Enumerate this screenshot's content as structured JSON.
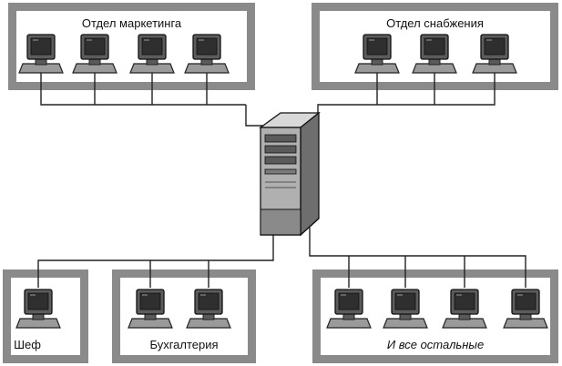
{
  "departments": {
    "marketing": {
      "label": "Отдел маркетинга",
      "workstations": 4
    },
    "supply": {
      "label": "Отдел снабжения",
      "workstations": 3
    },
    "chief": {
      "label": "Шеф",
      "workstations": 1
    },
    "accounting": {
      "label": "Бухгалтерия",
      "workstations": 2
    },
    "others": {
      "label": "И все остальные",
      "workstations": 4
    }
  },
  "icons": {
    "server": "server-tower-icon",
    "workstation": "computer-monitor-icon"
  },
  "colors": {
    "frame": "#8a8a8a",
    "line": "#222222",
    "server_body": "#b0b0b0",
    "server_shade": "#6e6e6e",
    "monitor_screen": "#3a3a3a",
    "monitor_base": "#9a9a9a",
    "background": "#ffffff"
  }
}
